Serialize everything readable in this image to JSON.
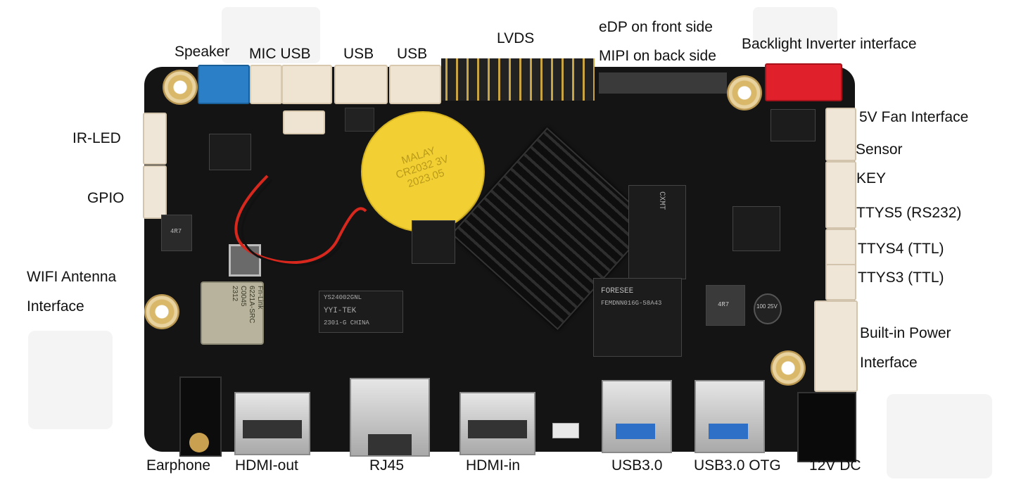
{
  "labels": {
    "speaker": "Speaker",
    "mic_usb": "MIC USB",
    "usb_1": "USB",
    "usb_2": "USB",
    "lvds": "LVDS",
    "edp": "eDP on front side",
    "mipi": "MIPI on back side",
    "backlight": "Backlight Inverter interface",
    "fan": "5V Fan Interface",
    "sensor": "Sensor",
    "key": "KEY",
    "ttys5": "TTYS5 (RS232)",
    "ttys4": "TTYS4 (TTL)",
    "ttys3": "TTYS3 (TTL)",
    "power_line1": "Built-in Power",
    "power_line2": "Interface",
    "ir_led": "IR-LED",
    "gpio": "GPIO",
    "wifi_line1": "WIFI Antenna",
    "wifi_line2": "Interface",
    "earphone": "Earphone",
    "hdmi_out": "HDMI-out",
    "rj45": "RJ45",
    "hdmi_in": "HDMI-in",
    "usb30": "USB3.0",
    "usb30_otg": "USB3.0 OTG",
    "dc12v": "12V DC"
  },
  "board_print": {
    "battery_line1": "MALAY",
    "battery_line2": "CR2032 3V",
    "battery_line3": "2023.05",
    "wifi_line1": "Fn-Link",
    "wifi_line2": "6221A-SRC",
    "wifi_line3": "C0045",
    "wifi_line4": "2312",
    "phy_line1": "YS24002GNL",
    "phy_line2": "YYI-TEK",
    "phy_line3": "2301-G CHINA",
    "ram_brand": "CXMT",
    "flash_brand": "FORESEE",
    "flash_part": "FEMDNN016G-58A43",
    "inductor": "4R7",
    "cap": "100 25V"
  },
  "colors": {
    "board": "#141414",
    "speaker_connector": "#2a7fc6",
    "backlight_connector": "#e0202a",
    "battery": "#f2d034",
    "heatsink": "#1a1a1a"
  }
}
